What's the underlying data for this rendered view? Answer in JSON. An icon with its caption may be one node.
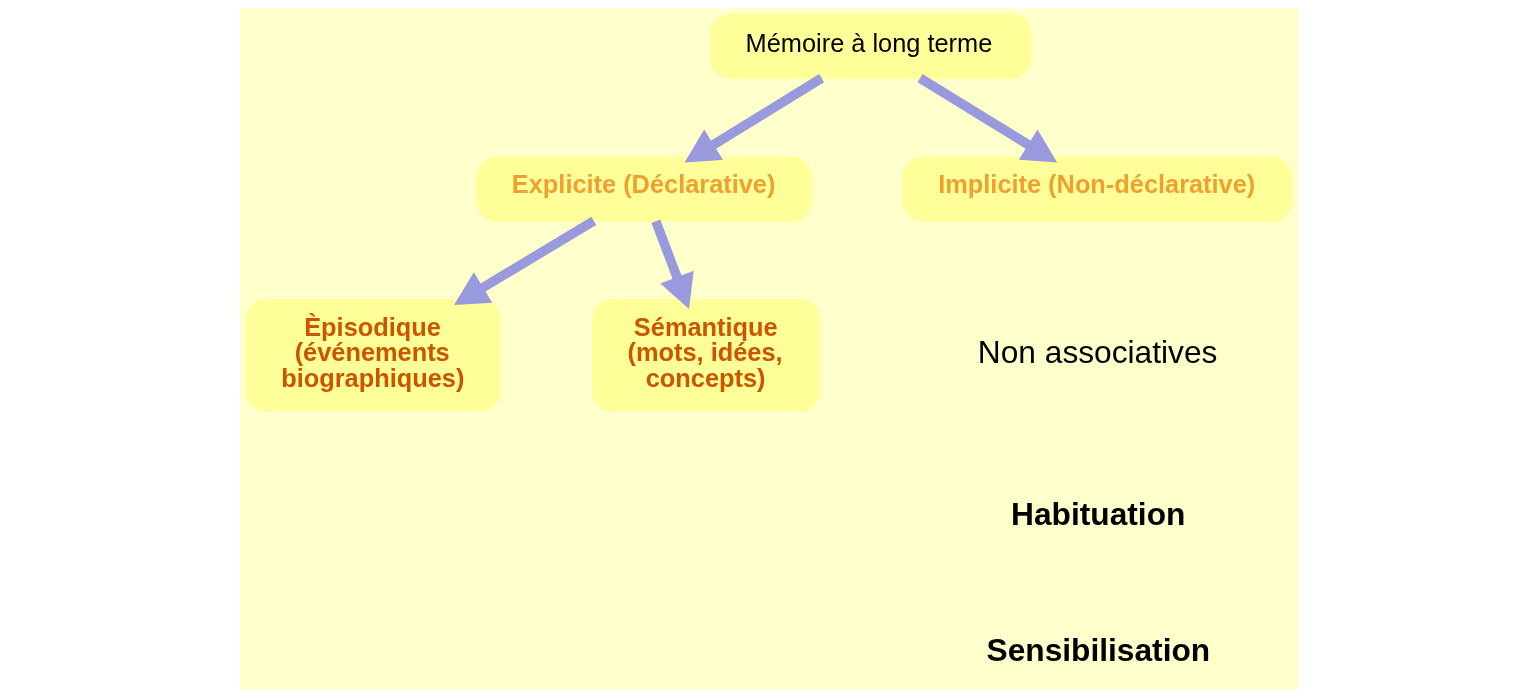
{
  "diagram": {
    "nodes": [
      {
        "text": [
          "Mémoire à long terme"
        ]
      },
      {
        "text": [
          "Explicite (Déclarative)"
        ]
      },
      {
        "text": [
          "Implicite (Non-déclarative)"
        ]
      },
      {
        "text": [
          "Èpisodique",
          "(événements biographiques)"
        ]
      },
      {
        "text": [
          "Sémantique",
          "(mots, idées, concepts)"
        ]
      }
    ],
    "edges": [
      {
        "from": 0,
        "to": 1,
        "arrow": "to"
      },
      {
        "from": 0,
        "to": 2,
        "arrow": "to"
      },
      {
        "from": 1,
        "to": 3,
        "arrow": "to"
      },
      {
        "from": 1,
        "to": 4,
        "arrow": "to"
      }
    ],
    "labels": [
      "Non associatives",
      "Habituation",
      "Sensibilisation"
    ]
  }
}
